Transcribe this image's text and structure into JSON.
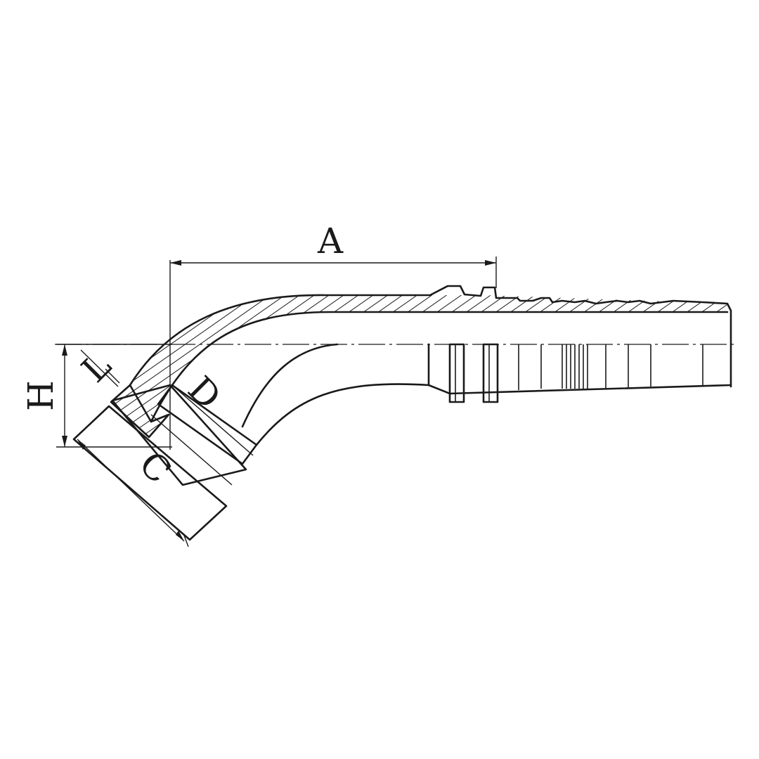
{
  "diagram": {
    "colors": {
      "line": "#1a1a1a",
      "background": "#ffffff"
    },
    "dimension_labels": {
      "a": "A",
      "h": "H",
      "l": "L",
      "d": "D",
      "c": "C"
    }
  }
}
